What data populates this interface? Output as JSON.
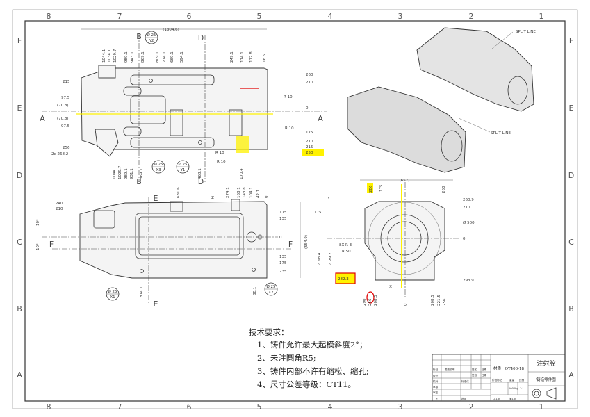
{
  "border": {
    "columns": [
      "8",
      "7",
      "6",
      "5",
      "4",
      "3",
      "2",
      "1"
    ],
    "rows": [
      "F",
      "E",
      "D",
      "C",
      "B",
      "A"
    ]
  },
  "top_view": {
    "overall": "(1304.6)",
    "vertical_dims": [
      "1044.1",
      "1034.1",
      "1029.7",
      "989.1",
      "943.1",
      "869.1",
      "809.1",
      "714.1",
      "669.1",
      "594.1",
      "249.1",
      "174.1",
      "112.8",
      "16.5"
    ],
    "right_dims": [
      "260",
      "210",
      "R 10",
      "0",
      "175",
      "R 10",
      "210",
      "215",
      "250"
    ],
    "inner_dims": [
      "R 10",
      "R 10"
    ],
    "left_dims": [
      "215",
      "97.5",
      "(70.8)",
      "(70.8)",
      "97.5",
      "256",
      "2x 268.2"
    ],
    "bottom_dims": [
      "1044.1",
      "1029.7",
      "989.1",
      "931.1",
      "869.1",
      "463.1",
      "170.4"
    ],
    "section_labels": [
      "A",
      "A",
      "B",
      "B",
      "D",
      "D"
    ],
    "balloons": [
      {
        "dia": "Ø 25",
        "id": "Y2"
      },
      {
        "dia": "Ø 25",
        "id": "X3"
      },
      {
        "dia": "Ø 25",
        "id": "Y1"
      }
    ]
  },
  "side_view": {
    "left_dims": [
      "240",
      "210",
      "10°",
      "10°"
    ],
    "top_dims": [
      "631.6",
      "274.1",
      "168.1",
      "143.8",
      "104.1",
      "42.1",
      "0"
    ],
    "right_dims": [
      "175",
      "135",
      "0",
      "135",
      "175",
      "235"
    ],
    "overall": "(554.9)",
    "bottom_dims": [
      "874.1",
      "88.1"
    ],
    "section_labels": [
      "E",
      "E",
      "F",
      "F"
    ],
    "datum": "Z",
    "balloons": [
      {
        "dia": "Ø 25",
        "id": "X1"
      },
      {
        "dia": "Ø 25",
        "id": "X2"
      }
    ]
  },
  "end_view": {
    "overall": "(657)",
    "top_dims": [
      "286",
      "175",
      "260"
    ],
    "right_dims": [
      "260.9",
      "210",
      "Ø 500",
      "0",
      "293.9"
    ],
    "left_dims": [
      "175",
      "8X R 3",
      "R 50",
      "Ø 68.4",
      "Ø 29.2",
      "282.3"
    ],
    "bottom_dims": [
      "290",
      "256",
      "208.5",
      "0",
      "208.5",
      "221.5",
      "256"
    ],
    "datums": [
      "Y",
      "X"
    ],
    "highlight_color": "#fff200",
    "markup_color": "#e00000"
  },
  "iso_views": {
    "split_line_labels": [
      "SPLIT LINE",
      "SPLIT LINE"
    ]
  },
  "notes": {
    "title": "技术要求：",
    "items": [
      "1、铸件允许最大起模斜度2°；",
      "2、未注圆角R5;",
      "3、铸件内部不许有缩松、缩孔;",
      "4、尺寸公差等级：CT11。"
    ]
  },
  "title_block": {
    "material": "材质：QT400-18",
    "part_name": "注射腔",
    "drawing_type": "铸造零件图",
    "rev_headers": [
      "标记",
      "更改说明",
      "签名",
      "日期"
    ],
    "roles": [
      "设计",
      "校对",
      "审核",
      "审定",
      "工艺"
    ],
    "std_label": "标准化",
    "sign": "签名",
    "date": "日期",
    "approve": "批准",
    "stage_label": "阶段标记",
    "weight_label": "重量",
    "scale_label": "比例",
    "weight": "1000kg",
    "scale": "1:1",
    "sheets": "共1张",
    "sheet": "第1张"
  }
}
